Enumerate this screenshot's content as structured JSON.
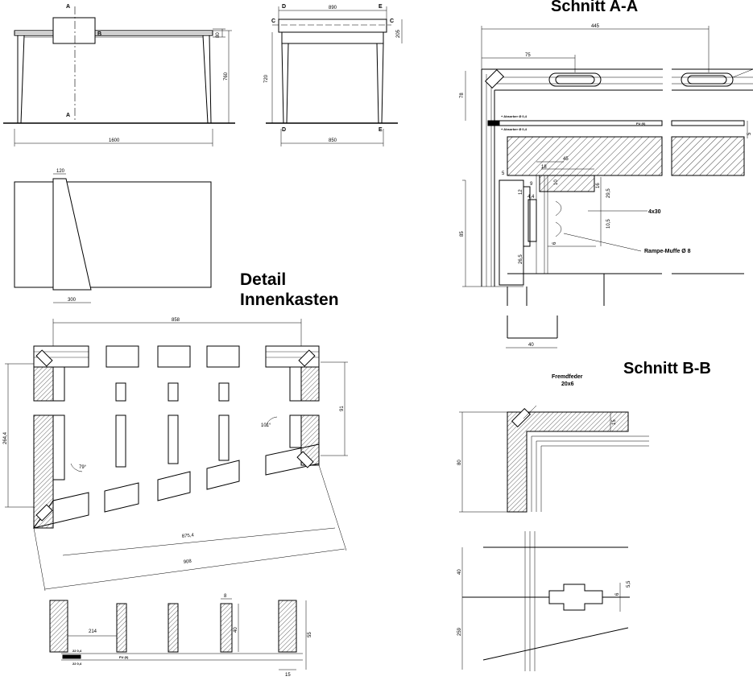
{
  "titles": {
    "schnitt_aa": "Schnitt A-A",
    "schnitt_bb": "Schnitt B-B",
    "detail_line1": "Detail",
    "detail_line2": "Innenkasten"
  },
  "front_view": {
    "dim_length": "1600",
    "dim_height": "760",
    "dim_top": "80",
    "section_mark": "A",
    "section_mark_b": "B"
  },
  "side_view": {
    "dim_top_width": "890",
    "dim_bottom_width": "850",
    "dim_height": "720",
    "dim_top": "205",
    "mark_c": "C",
    "mark_d": "D",
    "mark_e": "E"
  },
  "leg_plan": {
    "dim_top": "120",
    "dim_bottom": "300"
  },
  "inner_box": {
    "dim_width": "858",
    "dim_right": "91",
    "dim_left": "264,4",
    "dim_diag1": "875,4",
    "dim_diag2": "908",
    "angle1": "79°",
    "angle2": "101°"
  },
  "bottom_sections": {
    "dim_214": "214",
    "dim_40": "40",
    "dim_55": "55",
    "dim_15": "15",
    "dim_8": "8",
    "label_fu": "FU (6)",
    "label_a": "22 0,4",
    "label_b": "22 0,4"
  },
  "section_aa": {
    "dim_445": "445",
    "dim_75": "75",
    "dim_78": "78",
    "dim_85": "85",
    "dim_40": "40",
    "dim_5": "5",
    "dim_9": "9",
    "dim_18": "18",
    "dim_45": "45",
    "dim_10": "10",
    "dim_16": "16",
    "dim_29_5": "29,5",
    "dim_10_5": "10,5",
    "dim_6": "6",
    "dim_4_4": "4,4",
    "dim_26_5": "26,5",
    "dim_12": "12",
    "label_4x30": "4x30",
    "label_rampe": "Rampe-Muffe Ø 8",
    "label_fu": "FU (6)",
    "label_top_a": "+ Absorber Ø 0,4",
    "label_top_b": "+ Absorber Ø 0,4"
  },
  "section_bb": {
    "label_feder_1": "Fremdfeder",
    "label_feder_2": "20x6",
    "dim_80": "80",
    "dim_15": "15",
    "dim_40": "40",
    "dim_259": "259",
    "dim_6": "6",
    "dim_5_5": "5,5"
  }
}
